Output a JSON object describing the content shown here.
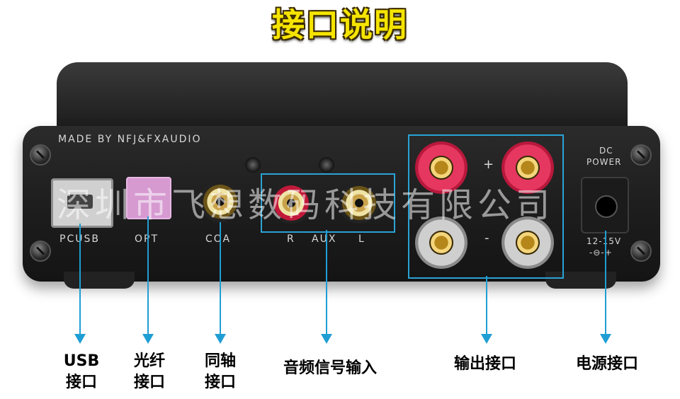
{
  "title": "接口说明",
  "device": {
    "maker": "MADE BY NFJ&FXAUDIO",
    "labels": {
      "pcusb": "PCUSB",
      "opt": "OPT",
      "coa": "COA",
      "r": "R",
      "aux": "AUX",
      "l": "L",
      "plus": "+",
      "minus": "-",
      "dc_line1": "DC",
      "dc_line2": "POWER",
      "dc_voltage": "12-15V",
      "dc_polarity": "-⊖-+"
    },
    "watermark": "深圳市飞想数码科技有限公司"
  },
  "captions": {
    "usb": [
      "USB",
      "接口"
    ],
    "optical": [
      "光纤",
      "接口"
    ],
    "coaxial": [
      "同轴",
      "接口"
    ],
    "audio_input": "音频信号输入",
    "output": "输出接口",
    "power": "电源接口"
  },
  "colors": {
    "title": "#f5e400",
    "highlight": "#2aa3d6",
    "arrow": "#1f9ed4"
  }
}
